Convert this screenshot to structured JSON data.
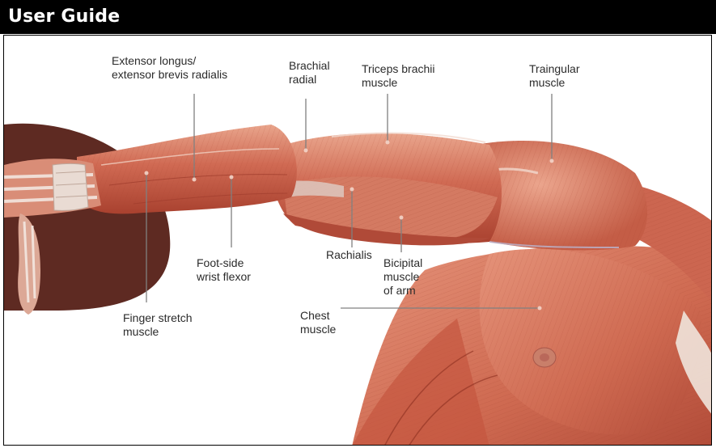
{
  "header": {
    "title": "User Guide",
    "color": "#000000"
  },
  "diagram": {
    "labels": {
      "extensor": "Extensor longus/\nextensor brevis radialis",
      "brachial": "Brachial\nradial",
      "triceps": "Triceps brachii\nmuscle",
      "triangular": "Traingular\nmuscle",
      "foot_side": "Foot-side\nwrist flexor",
      "rachialis": "Rachialis",
      "bicipital": "Bicipital\nmuscle\nof arm",
      "finger": "Finger stretch\nmuscle",
      "chest": "Chest\nmuscle"
    },
    "colors": {
      "muscle": "#d2705a",
      "muscle_light": "#e7a78f",
      "muscle_dark": "#9c3a2b",
      "tendon": "#e8d8cf",
      "shadow": "#5e2a22"
    }
  }
}
